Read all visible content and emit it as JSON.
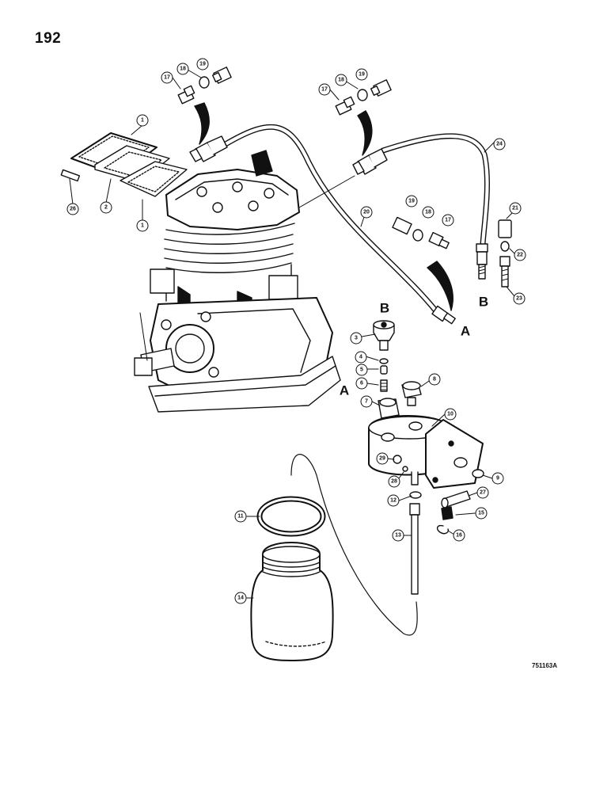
{
  "page_number": "192",
  "reference_code": "751163A",
  "callouts": [
    "1",
    "1",
    "2",
    "26",
    "17",
    "18",
    "19",
    "17",
    "18",
    "19",
    "24",
    "20",
    "19",
    "18",
    "17",
    "21",
    "22",
    "23",
    "3",
    "4",
    "5",
    "6",
    "7",
    "8",
    "10",
    "9",
    "29",
    "28",
    "12",
    "27",
    "15",
    "16",
    "11",
    "13",
    "14"
  ],
  "letters": [
    "B",
    "A",
    "B",
    "A"
  ]
}
